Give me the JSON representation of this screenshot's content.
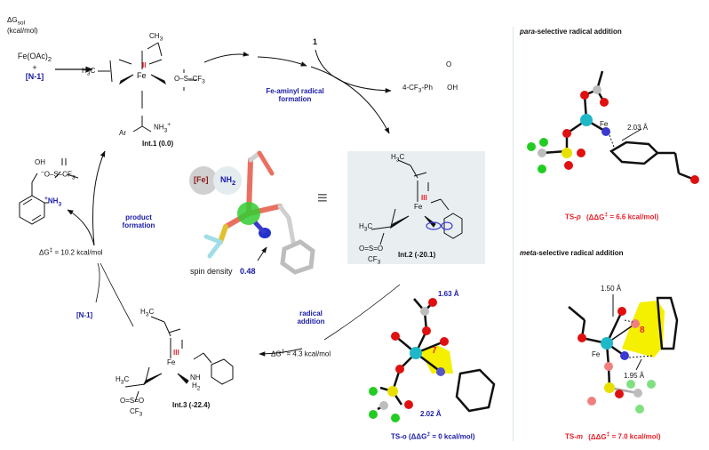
{
  "header": {
    "axis_label_line1": "ΔG",
    "axis_label_sub": "sol",
    "axis_label_line2": "(kcal/mol)"
  },
  "start": {
    "reagent1": "Fe(OAc)",
    "reagent1_sub": "2",
    "plus": "+",
    "reagent2": "[N-1]"
  },
  "int1": {
    "label": "Int.1 (0.0)",
    "oxidation_state": "II",
    "atoms": {
      "ch3_top": "CH",
      "h3c_left": "H",
      "c_left": "C",
      "ar": "Ar",
      "nh3": "NH",
      "cf3": "CF",
      "o": "O",
      "s": "S",
      "fe": "Fe"
    }
  },
  "step1": {
    "reagent_number": "1",
    "label_line1": "Fe-aminyl radical",
    "label_line2": "formation",
    "byproduct_prefix": "4-CF",
    "byproduct_mid": "-Ph",
    "byproduct_oh": "OH",
    "byproduct_o": "O"
  },
  "spin": {
    "fe_label": "[Fe]",
    "nh2_label": "NH",
    "spin_density_label": "spin density",
    "spin_density_value": "0.48",
    "equiv_symbol": "≡"
  },
  "int2": {
    "label": "Int.2 (-20.1)",
    "oxidation_state": "III"
  },
  "step2": {
    "label_line1": "radical",
    "label_line2": "addition",
    "barrier_prefix": "ΔG",
    "barrier_value": "= 4.3 kcal/mol"
  },
  "int3": {
    "label": "Int.3 (-22.4)",
    "oxidation_state": "III"
  },
  "step3": {
    "label_line1": "product",
    "label_line2": "formation",
    "barrier_prefix": "ΔG",
    "barrier_value": "= 10.2 kcal/mol",
    "reagent": "[N-1]"
  },
  "product": {
    "oh": "OH",
    "nh3": "NH",
    "cf3": "CF"
  },
  "ts_o": {
    "label": "TS-o (ΔΔG",
    "label_end": " = 0 kcal/mol)",
    "ring_size": "7",
    "dist1": "1.63 Å",
    "dist2": "2.02 Å"
  },
  "para_panel": {
    "title_ital": "para",
    "title_rest": "-selective radical addition",
    "fe_label": "Fe",
    "dist": "2.03 Å",
    "ts_label": "TS-",
    "ts_label_ital": "p",
    "ts_value": "(ΔΔG",
    "ts_value_end": " = 6.6 kcal/mol)"
  },
  "meta_panel": {
    "title_ital": "meta",
    "title_rest": "-selective radical addition",
    "fe_label": "Fe",
    "ring_size": "8",
    "dist1": "1.50 Å",
    "dist2": "1.95 Å",
    "ts_label": "TS-",
    "ts_label_ital": "m",
    "ts_value": "(ΔΔG",
    "ts_value_end": " = 7.0 kcal/mol)"
  },
  "colors": {
    "blue_label": "#1a1aa6",
    "red_label": "#e8202a",
    "fe_atom": "#1fb8c8",
    "o_atom": "#e01010",
    "n_atom": "#3a3ad0",
    "s_atom": "#e0d000",
    "f_atom": "#22cc22",
    "c_atom": "#bdbdbd",
    "ring_highlight": "#f5ef00",
    "panel_bg": "#e9eff1"
  }
}
